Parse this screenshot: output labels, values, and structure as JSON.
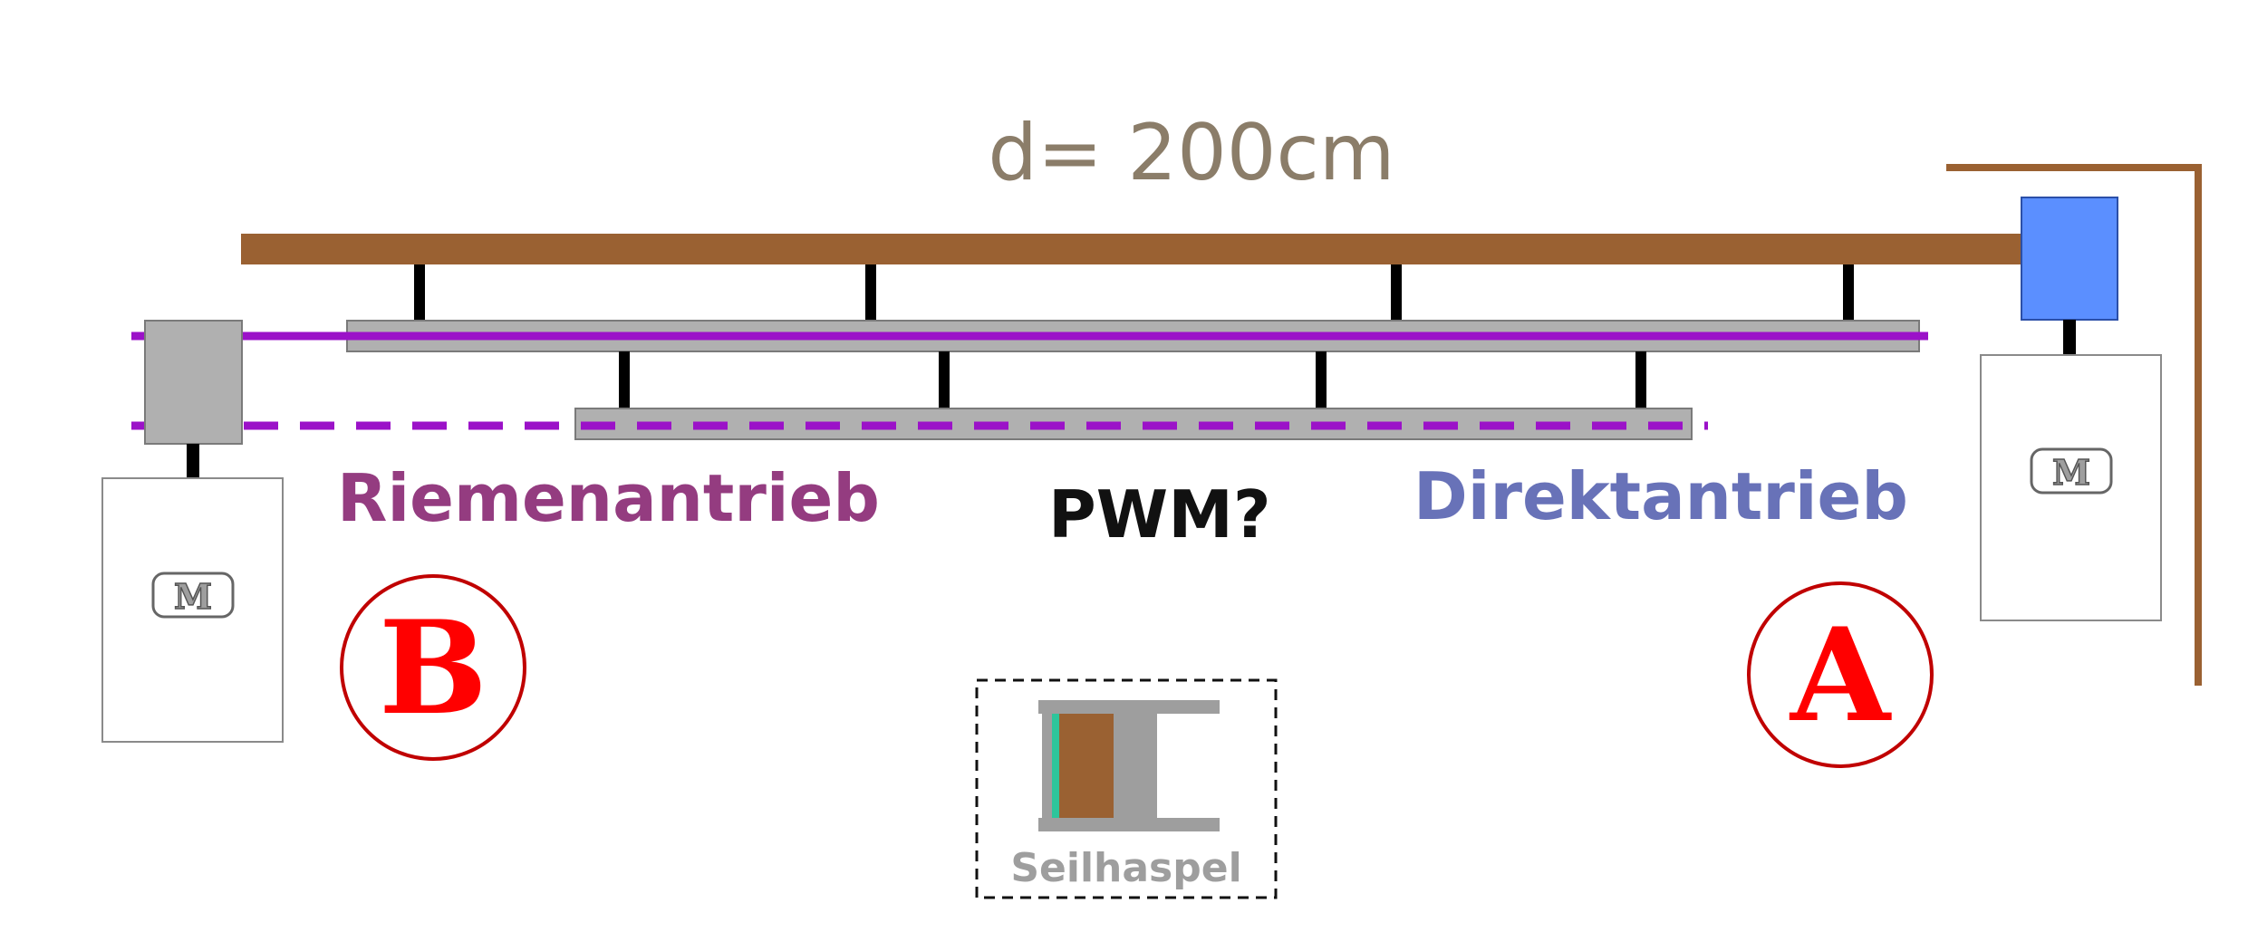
{
  "labels": {
    "distance": "d= 200cm",
    "belt_drive": "Riemenantrieb",
    "pwm": "PWM?",
    "direct_drive": "Direktantrieb",
    "motor_symbol": "M",
    "variant_b": "B",
    "variant_a": "A",
    "cable_reel": "Seilhaspel"
  },
  "colors": {
    "wood_rail": "#9a6132",
    "slide_gray": "#b0b0b0",
    "belt_purple": "#9b12c8",
    "belt_label": "#943c80",
    "direct_label": "#6872b8",
    "variant_red": "#ff0000",
    "circle_red": "#c00000",
    "motor_blue": "#5b8fff",
    "reel_gray": "#9e9e9e",
    "reel_teal": "#2ec59b",
    "dimension_text": "#8b7d69"
  }
}
